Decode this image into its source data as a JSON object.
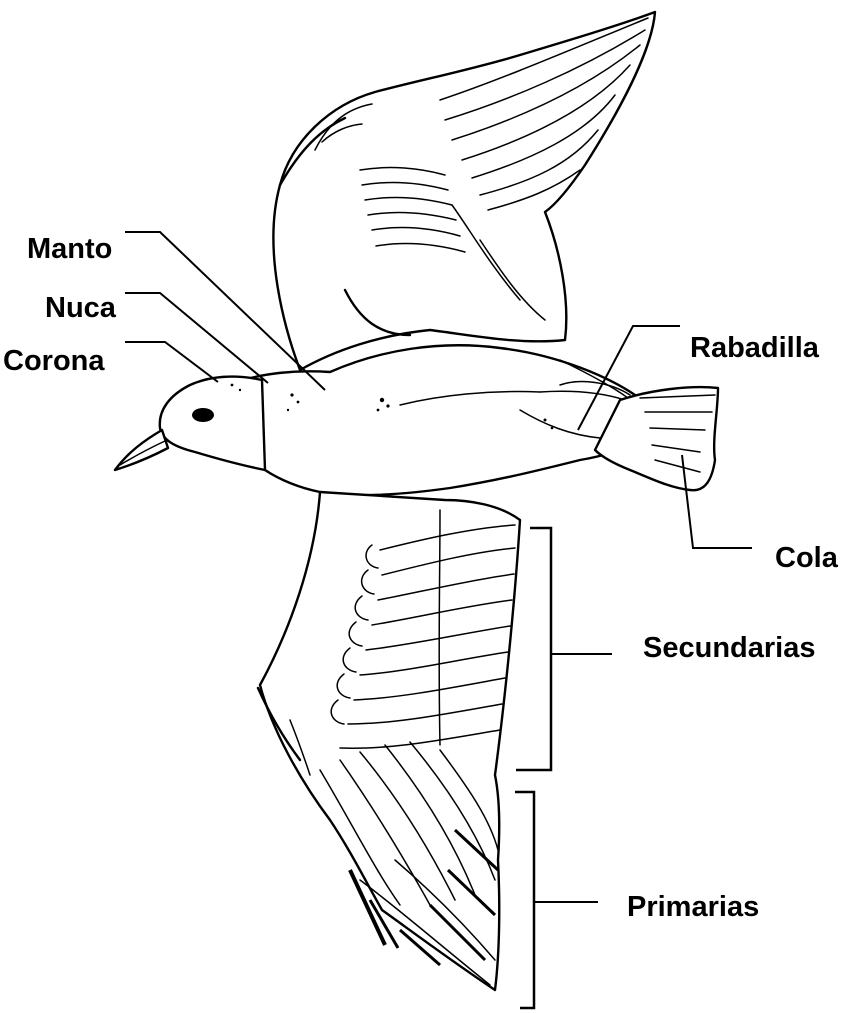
{
  "labels": {
    "manto": "Manto",
    "nuca": "Nuca",
    "corona": "Corona",
    "rabadilla": "Rabadilla",
    "cola": "Cola",
    "secundarias": "Secundarias",
    "primarias": "Primarias"
  },
  "colors": {
    "ink": "#000000",
    "background": "#ffffff"
  }
}
